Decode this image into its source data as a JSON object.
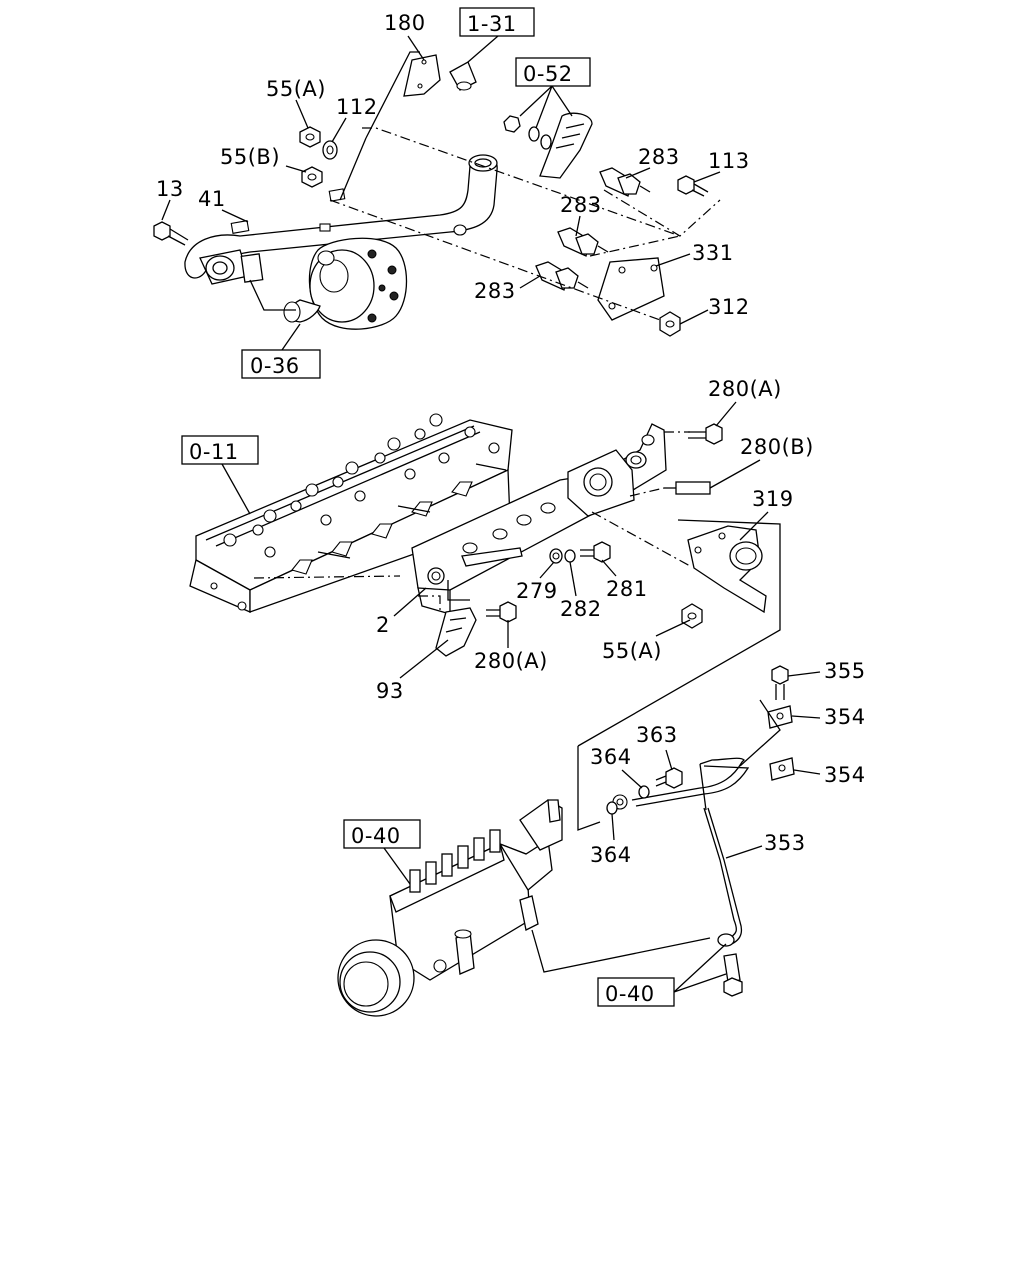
{
  "callouts": {
    "c180": "180",
    "c55a_top": "55(A)",
    "c112": "112",
    "c55b": "55(B)",
    "c13": "13",
    "c41": "41",
    "c283_a": "283",
    "c283_b": "283",
    "c283_c": "283",
    "c113": "113",
    "c331": "331",
    "c312": "312",
    "c280a_top": "280(A)",
    "c280b": "280(B)",
    "c319": "319",
    "c279": "279",
    "c282": "282",
    "c281": "281",
    "c2": "2",
    "c93": "93",
    "c280a_bottom": "280(A)",
    "c55a_bottom": "55(A)",
    "c355": "355",
    "c354_a": "354",
    "c354_b": "354",
    "c363": "363",
    "c364_a": "364",
    "c364_b": "364",
    "c353": "353"
  },
  "references": {
    "r131": "1-31",
    "r052": "0-52",
    "r036": "0-36",
    "r011": "0-11",
    "r040_a": "0-40",
    "r040_b": "0-40"
  }
}
